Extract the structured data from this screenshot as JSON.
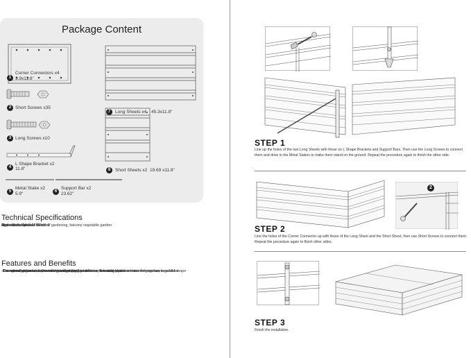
{
  "left": {
    "package_title": "Package Content",
    "parts": [
      {
        "num": "1",
        "name": "Corner Connectors x4",
        "size": "3.9x11.8\""
      },
      {
        "num": "2",
        "name": "Short Screws x35",
        "size": ""
      },
      {
        "num": "3",
        "name": "Long Screws x10",
        "size": ""
      },
      {
        "num": "4",
        "name": "L Shape Bracket x2",
        "size": "11.8\""
      },
      {
        "num": "5",
        "name": "Metal Stake x2",
        "size": "5.9\""
      },
      {
        "num": "6",
        "name": "Support Bar x2",
        "size": "23.62\""
      },
      {
        "num": "7",
        "name": "Long Sheets x4",
        "size": "45.3x11.8\""
      },
      {
        "num": "8",
        "name": "Short Sheets x2",
        "size": "19.69 x11.8\""
      }
    ],
    "specs_title": "Technical Specifications",
    "specs": [
      "Dimensions: 94.4x23.62x11.8\"",
      "Style: Rectangle",
      "Material: Galvanised Sheet",
      "Application: Suitable for home gardening, balcony vegetable garden"
    ],
    "features_title": "Features and Benefits",
    "features": [
      "-Corrugated galvanized sheet elevated garden bed adds an industrial style decoration to your lawn.",
      "-This elevated garden bed is ideal for displaying your herbs, flowering plants or some homegrown vegetables.",
      "-Prevent soil erosion and weeds to ensure plant health.",
      "-The raised pattern also prevents pests and reduces care and maintenance.",
      "-Corrosion resistance, water saving and drought resistance, firm and durable without deformation, beautiful shape"
    ]
  },
  "right": {
    "steps": [
      {
        "title": "STEP 1",
        "text": "Line up the holes of the two Long Sheets with those on L Shape Brackets and Support Bars. Then use the Long Screws to connect them and drive in the Metal Stakes to make them stand on the ground. Repeat the procedure again to finish the other side."
      },
      {
        "title": "STEP 2",
        "text": "Line the holes of the Corner Connector up with those of the Long Sheet and the Short Sheet, then use Short Screws to connect them. Repeat the procedure again to finish other sides.",
        "callout": "2"
      },
      {
        "title": "STEP 3",
        "text": "Finish the installation."
      }
    ]
  }
}
